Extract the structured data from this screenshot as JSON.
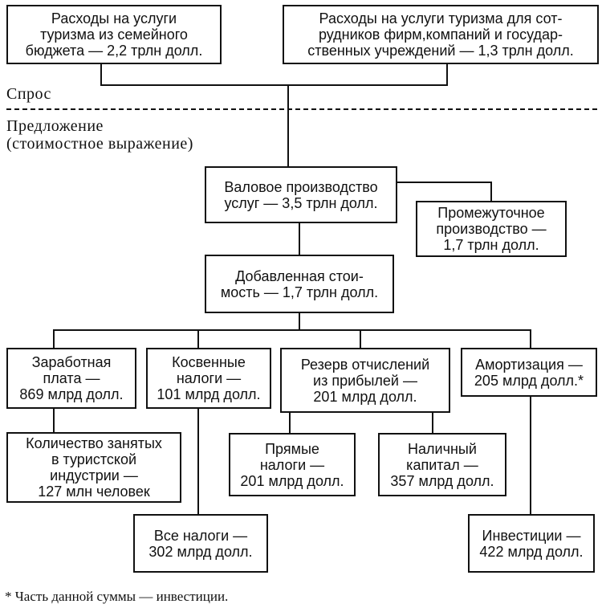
{
  "demand": {
    "label": "Спрос",
    "household_box": [
      "Расходы на услуги",
      "туризма из семейного",
      "бюджета — 2,2 трлн долл."
    ],
    "business_box": [
      "Расходы на услуги  туризма для сот-",
      "рудников фирм,компаний и  государ-",
      "ственных учреждений — 1,3  трлн долл."
    ]
  },
  "supply": {
    "label_line1": "Предложение",
    "label_line2": "(стоимостное выражение)",
    "gross_box": [
      "Валовое производство",
      "услуг — 3,5 трлн долл."
    ],
    "intermediate_box": [
      "Промежуточное",
      "производство —",
      "1,7 трлн долл."
    ],
    "value_added_box": [
      "Добавленная стои-",
      "мость — 1,7 трлн долл."
    ],
    "wages_box": [
      "Заработная",
      "плата —",
      "869 млрд долл."
    ],
    "indirect_tax_box": [
      "Косвенные",
      "налоги —",
      "101 млрд долл."
    ],
    "profit_reserve_box": [
      "Резерв отчислений",
      "из прибылей —",
      "201 млрд долл."
    ],
    "depreciation_box": [
      "Амортизация —",
      "205 млрд долл.*"
    ],
    "employment_box": [
      "Количество занятых",
      "в туристской",
      "индустрии —",
      "127 млн человек"
    ],
    "direct_tax_box": [
      "Прямые",
      "налоги —",
      "201 млрд долл."
    ],
    "cash_capital_box": [
      "Наличный",
      "капитал —",
      "357 млрд долл."
    ],
    "all_taxes_box": [
      "Все налоги —",
      "302 млрд долл."
    ],
    "investment_box": [
      "Инвестиции —",
      "422 млрд долл."
    ]
  },
  "footnote": "*  Часть данной суммы —  инвестиции."
}
